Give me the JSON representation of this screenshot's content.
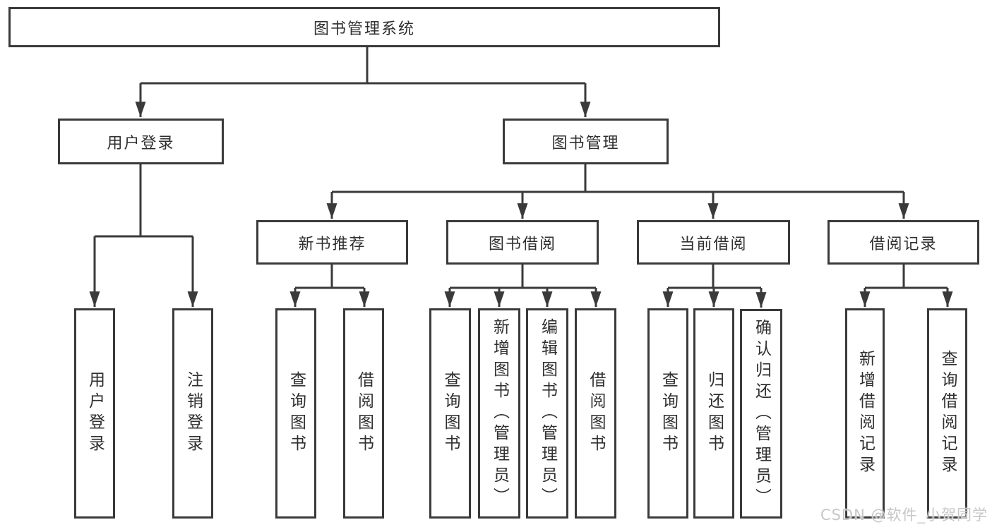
{
  "diagram": {
    "root": {
      "label": "图书管理系统"
    },
    "level2": [
      {
        "label": "用户登录"
      },
      {
        "label": "图书管理"
      }
    ],
    "level3": [
      {
        "label": "新书推荐"
      },
      {
        "label": "图书借阅"
      },
      {
        "label": "当前借阅"
      },
      {
        "label": "借阅记录"
      }
    ],
    "leaves": [
      {
        "label": "用户登录"
      },
      {
        "label": "注销登录"
      },
      {
        "label": "查询图书"
      },
      {
        "label": "借阅图书"
      },
      {
        "label": "查询图书"
      },
      {
        "label": "新增图书（管理员）"
      },
      {
        "label": "编辑图书（管理员）"
      },
      {
        "label": "借阅图书"
      },
      {
        "label": "查询图书"
      },
      {
        "label": "归还图书"
      },
      {
        "label": "确认归还（管理员）"
      },
      {
        "label": "新增借阅记录"
      },
      {
        "label": "查询借阅记录"
      }
    ]
  },
  "watermark": "CSDN @软件_小贺同学",
  "colors": {
    "line": "#3a3a3a",
    "box_background": "#ffffff",
    "watermark_text": "#c7c7c7"
  }
}
